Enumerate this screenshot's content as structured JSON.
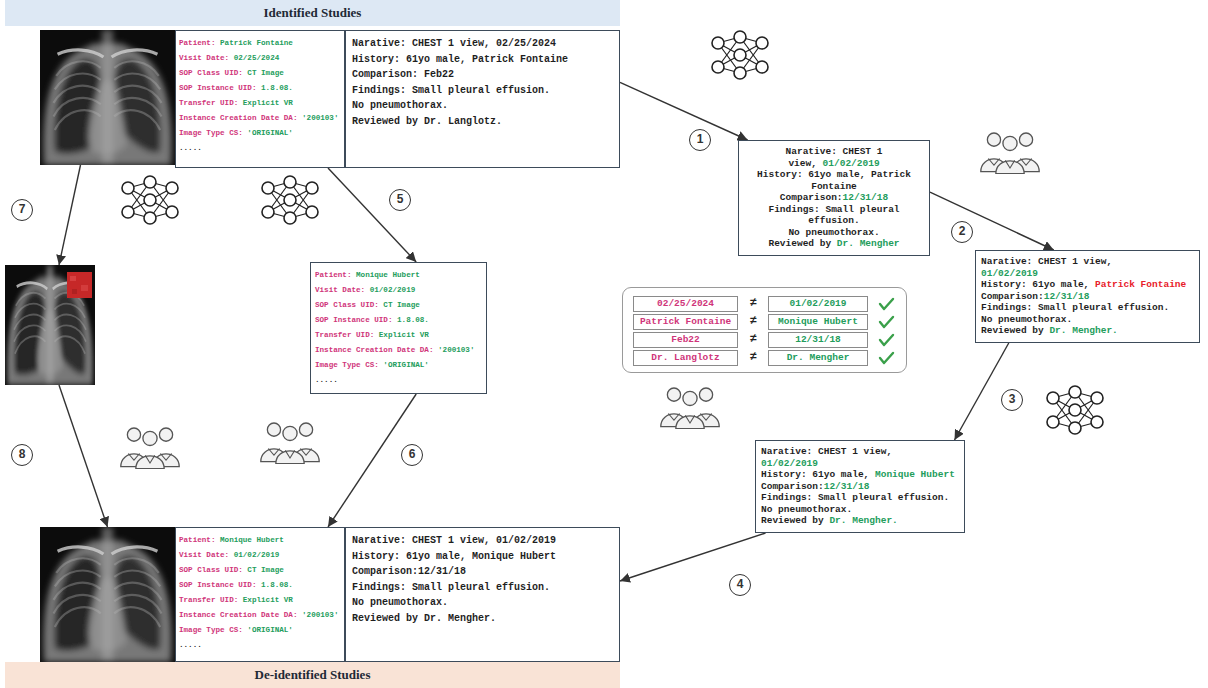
{
  "diagram": {
    "nodes": [
      {
        "text": [
          "Identified Studies"
        ]
      },
      {
        "text": [],
        "in": 0
      },
      {
        "text": [
          "Patient:",
          "Patrick Fontaine",
          "Visit Date:",
          "02/25/2024",
          "SOP Class UID:",
          "CT Image",
          "SOP Instance UID:",
          "1.8.08.",
          "Transfer UID:",
          "Explicit VR",
          "Instance Creation Date DA:",
          "'200103'",
          "Image Type CS:",
          "'ORIGINAL'",
          "....."
        ],
        "in": 0
      },
      {
        "text": [
          "Narative: CHEST 1 view, 02/25/2024",
          "History: 61yo male, Patrick Fontaine",
          "Comparison: Feb22",
          "Findings: Small pleural effusion.",
          "No pneumothorax.",
          "Reviewed by Dr. Langlotz."
        ],
        "in": 0
      },
      {
        "text": [
          "Narative: CHEST 1 view,",
          "01/02/2019",
          "History: 61yo male, Patrick Fontaine",
          "Comparison:",
          "12/31/18",
          "Findings: Small pleural effusion.",
          "No pneumothorax.",
          "Reviewed by",
          "Dr. Mengher"
        ]
      },
      {
        "text": [
          "Narative: CHEST 1 view,",
          "01/02/2019",
          "History: 61yo male,",
          "Patrick Fontaine",
          "Comparison:",
          "12/31/18",
          "Findings: Small pleural effusion.",
          "No pneumothorax.",
          "Reviewed by",
          "Dr. Mengher."
        ]
      },
      {
        "text": [
          "02/25/2024",
          "≠",
          "01/02/2019",
          "Patrick Fontaine",
          "≠",
          "Monique Hubert",
          "Feb22",
          "≠",
          "12/31/18",
          "Dr. Langlotz",
          "≠",
          "Dr. Mengher"
        ]
      },
      {
        "text": [
          "Narative: CHEST 1 view,",
          "01/02/2019",
          "History: 61yo male,",
          "Monique Hubert",
          "Comparison:",
          "12/31/18",
          "Findings: Small pleural effusion.",
          "No pneumothorax.",
          "Reviewed by",
          "Dr. Mengher."
        ]
      },
      {
        "text": []
      },
      {
        "text": [
          "Patient:",
          "Monique Hubert",
          "Visit Date:",
          "01/02/2019",
          "SOP Class UID:",
          "CT Image",
          "SOP Instance UID:",
          "1.8.08.",
          "Transfer UID:",
          "Explicit VR",
          "Instance Creation Date DA:",
          "'200103'",
          "Image Type CS:",
          "'ORIGINAL'",
          "....."
        ]
      },
      {
        "text": [
          "De-identified Studies"
        ]
      },
      {
        "text": [],
        "in": 10
      },
      {
        "text": [
          "Patient:",
          "Monique Hubert",
          "Visit Date:",
          "01/02/2019",
          "SOP Class UID:",
          "CT Image",
          "SOP Instance UID:",
          "1.8.08.",
          "Transfer UID:",
          "Explicit VR",
          "Instance Creation Date DA:",
          "'200103'",
          "Image Type CS:",
          "'ORIGINAL'",
          "....."
        ],
        "in": 10
      },
      {
        "text": [
          "Narative: CHEST 1 view, 01/02/2019",
          "History: 61yo male, Monique Hubert",
          "Comparison:12/31/18",
          "Findings: Small pleural effusion.",
          "No pneumothorax.",
          "Reviewed by Dr. Mengher."
        ],
        "in": 10
      }
    ],
    "edges": [
      {
        "from": 3,
        "to": 4,
        "arrow": "to"
      },
      {
        "from": 4,
        "to": 5,
        "arrow": "to"
      },
      {
        "from": 5,
        "to": 7,
        "arrow": "to"
      },
      {
        "from": 7,
        "to": 13,
        "arrow": "to"
      },
      {
        "from": 2,
        "to": 9,
        "arrow": "to"
      },
      {
        "from": 9,
        "to": 12,
        "arrow": "to"
      },
      {
        "from": 1,
        "to": 8,
        "arrow": "to"
      },
      {
        "from": 8,
        "to": 11,
        "arrow": "to"
      }
    ],
    "labels": [
      "1",
      "2",
      "3",
      "4",
      "5",
      "6",
      "7",
      "8"
    ]
  }
}
